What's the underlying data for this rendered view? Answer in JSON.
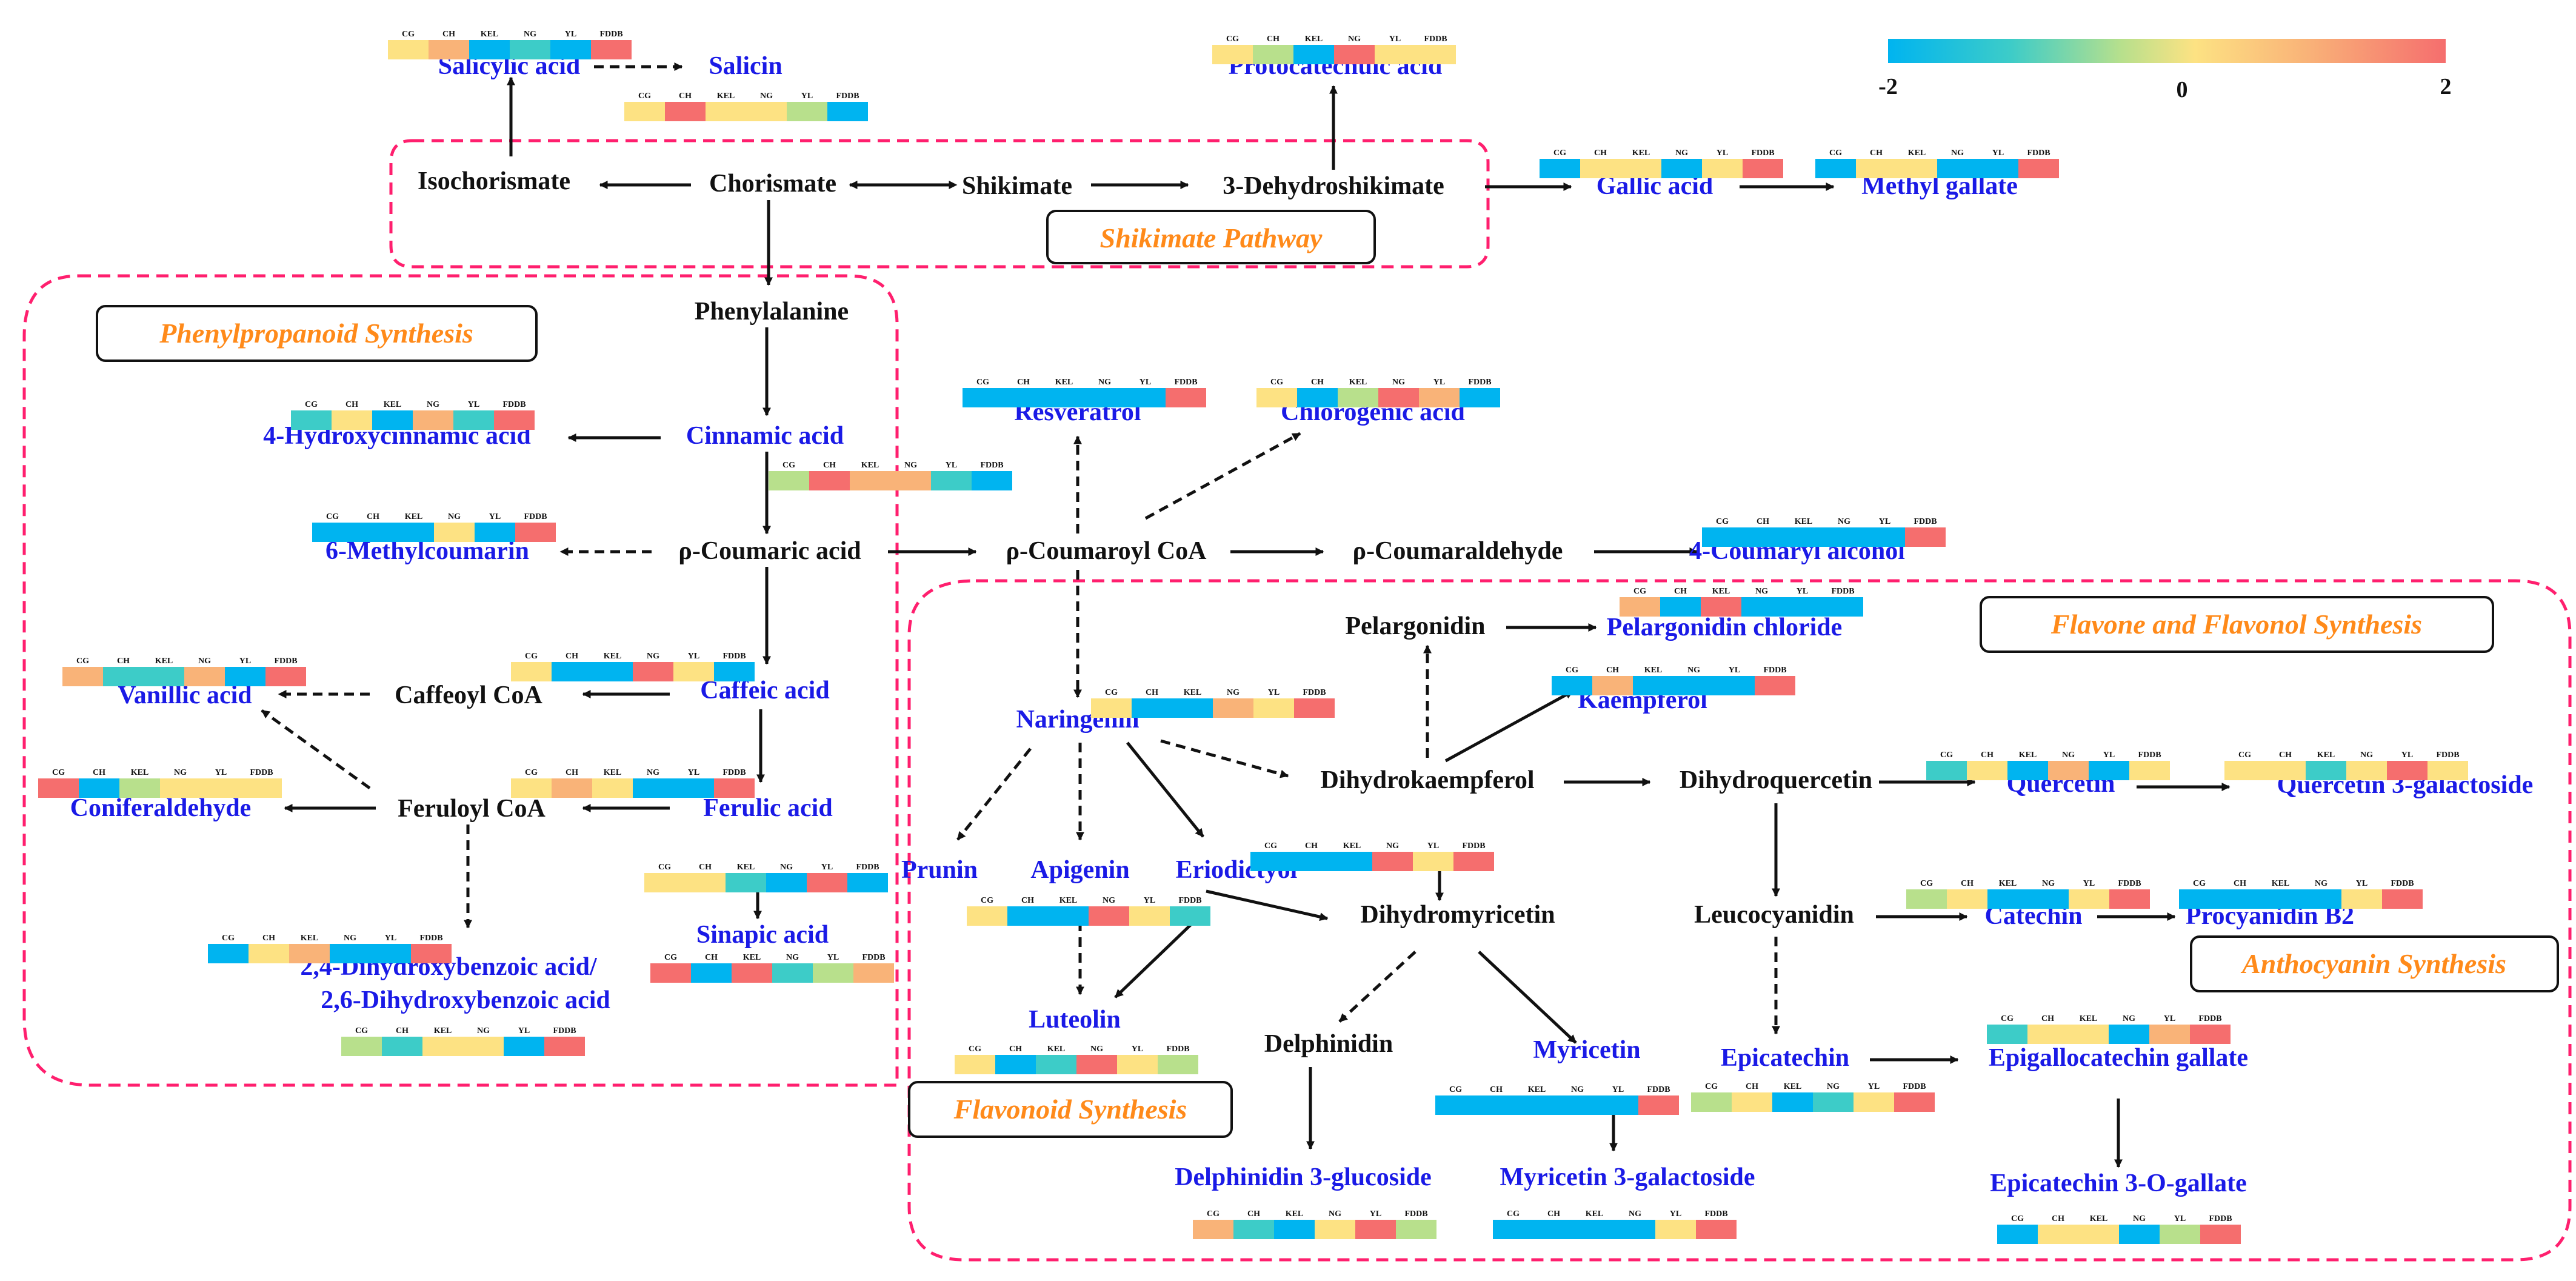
{
  "legend": {
    "min": "-2",
    "mid": "0",
    "max": "2",
    "gradient": [
      "#00b4f0",
      "#3dccc8",
      "#b8e08c",
      "#fde283",
      "#f9b378",
      "#f56e6e"
    ]
  },
  "sample_labels": [
    "CG",
    "CH",
    "KEL",
    "NG",
    "YL",
    "FDDB"
  ],
  "regions": {
    "shikimate": "Shikimate Pathway",
    "phenylpropanoid": "Phenylpropanoid Synthesis",
    "flavone": "Flavone and Flavonol Synthesis",
    "anthocyanin": "Anthocyanin Synthesis",
    "flavonoid": "Flavonoid Synthesis"
  },
  "compounds": {
    "salicylic_acid": "Salicylic acid",
    "salicin": "Salicin",
    "protocatechuic_acid": "Protocatechuic acid",
    "gallic_acid": "Gallic acid",
    "methyl_gallate": "Methyl gallate",
    "hydroxycinnamic_acid": "4-Hydroxycinnamic acid",
    "cinnamic_acid": "Cinnamic acid",
    "resveratrol": "Resveratrol",
    "chlorogenic_acid": "Chlorogenic acid",
    "methylcoumarin": "6-Methylcoumarin",
    "coumaryl_alcohol": "4-Coumaryl alcohol",
    "pelargonidin_chloride": "Pelargonidin chloride",
    "vanillic_acid": "Vanillic acid",
    "caffeic_acid": "Caffeic acid",
    "kaempferol": "Kaempferol",
    "naringenin": "Naringenin",
    "coniferaldehyde": "Coniferaldehyde",
    "ferulic_acid": "Ferulic acid",
    "quercetin": "Quercetin",
    "quercetin_galactoside": "Quercetin 3-galactoside",
    "prunin": "Prunin",
    "apigenin": "Apigenin",
    "eriodictyol": "Eriodictyol",
    "sinapic_acid": "Sinapic acid",
    "dihydroxybenzoic_1": "2,4-Dihydroxybenzoic acid/",
    "dihydroxybenzoic_2": "2,6-Dihydroxybenzoic acid",
    "catechin": "Catechin",
    "procyanidin_b2": "Procyanidin B2",
    "luteolin": "Luteolin",
    "myricetin": "Myricetin",
    "epicatechin": "Epicatechin",
    "egcg": "Epigallocatechin gallate",
    "delphinidin_glucoside": "Delphinidin 3-glucoside",
    "myricetin_galactoside": "Myricetin 3-galactoside",
    "epicatechin_gallate": "Epicatechin 3-O-gallate"
  },
  "intermediates": {
    "isochorismate": "Isochorismate",
    "chorismate": "Chorismate",
    "shikimate": "Shikimate",
    "dehydroshikimate": "3-Dehydroshikimate",
    "phenylalanine": "Phenylalanine",
    "coumaric_acid": "ρ-Coumaric acid",
    "coumaroyl_coa": "ρ-Coumaroyl CoA",
    "coumaraldehyde": "ρ-Coumaraldehyde",
    "pelargonidin": "Pelargonidin",
    "caffeoyl_coa": "Caffeoyl CoA",
    "dihydrokaempferol": "Dihydrokaempferol",
    "dihydroquercetin": "Dihydroquercetin",
    "feruloyl_coa": "Feruloyl CoA",
    "dihydromyricetin": "Dihydromyricetin",
    "leucocyanidin": "Leucocyanidin",
    "delphinidin": "Delphinidin"
  },
  "heatmaps": {
    "salicylic_acid": [
      "#fde283",
      "#f9b378",
      "#00b4f0",
      "#3dccc8",
      "#00b4f0",
      "#f56e6e"
    ],
    "salicin": [
      "#fde283",
      "#f56e6e",
      "#fde283",
      "#fde283",
      "#b8e08c",
      "#00b4f0"
    ],
    "protocatechuic_acid": [
      "#fde283",
      "#b8e08c",
      "#00b4f0",
      "#f56e6e",
      "#fde283",
      "#fde283"
    ],
    "gallic_acid": [
      "#00b4f0",
      "#fde283",
      "#fde283",
      "#00b4f0",
      "#fde283",
      "#f56e6e"
    ],
    "methyl_gallate": [
      "#00b4f0",
      "#fde283",
      "#fde283",
      "#00b4f0",
      "#00b4f0",
      "#f56e6e"
    ],
    "hydroxycinnamic_acid": [
      "#3dccc8",
      "#fde283",
      "#00b4f0",
      "#f9b378",
      "#3dccc8",
      "#f56e6e"
    ],
    "cinnamic_acid": [
      "#b8e08c",
      "#f56e6e",
      "#f9b378",
      "#f9b378",
      "#3dccc8",
      "#00b4f0"
    ],
    "resveratrol": [
      "#00b4f0",
      "#00b4f0",
      "#00b4f0",
      "#00b4f0",
      "#00b4f0",
      "#f56e6e"
    ],
    "chlorogenic_acid": [
      "#fde283",
      "#00b4f0",
      "#b8e08c",
      "#f56e6e",
      "#f9b378",
      "#00b4f0"
    ],
    "methylcoumarin": [
      "#00b4f0",
      "#00b4f0",
      "#00b4f0",
      "#fde283",
      "#00b4f0",
      "#f56e6e"
    ],
    "coumaryl_alcohol": [
      "#00b4f0",
      "#00b4f0",
      "#00b4f0",
      "#00b4f0",
      "#00b4f0",
      "#f56e6e"
    ],
    "pelargonidin_chloride": [
      "#f9b378",
      "#00b4f0",
      "#f56e6e",
      "#00b4f0",
      "#00b4f0",
      "#00b4f0"
    ],
    "vanillic_acid": [
      "#f9b378",
      "#3dccc8",
      "#3dccc8",
      "#f9b378",
      "#00b4f0",
      "#f56e6e"
    ],
    "caffeic_acid": [
      "#fde283",
      "#00b4f0",
      "#00b4f0",
      "#f56e6e",
      "#fde283",
      "#00b4f0"
    ],
    "kaempferol": [
      "#00b4f0",
      "#f9b378",
      "#00b4f0",
      "#00b4f0",
      "#00b4f0",
      "#f56e6e"
    ],
    "naringenin": [
      "#fde283",
      "#00b4f0",
      "#00b4f0",
      "#f9b378",
      "#fde283",
      "#f56e6e"
    ],
    "coniferaldehyde": [
      "#f56e6e",
      "#00b4f0",
      "#b8e08c",
      "#fde283",
      "#fde283",
      "#fde283"
    ],
    "ferulic_acid": [
      "#fde283",
      "#f9b378",
      "#fde283",
      "#00b4f0",
      "#00b4f0",
      "#f56e6e"
    ],
    "quercetin": [
      "#3dccc8",
      "#fde283",
      "#00b4f0",
      "#f9b378",
      "#00b4f0",
      "#fde283"
    ],
    "quercetin_galactoside": [
      "#fde283",
      "#fde283",
      "#3dccc8",
      "#fde283",
      "#f56e6e",
      "#fde283"
    ],
    "sinapic_acid_top": [
      "#fde283",
      "#fde283",
      "#3dccc8",
      "#00b4f0",
      "#f56e6e",
      "#00b4f0"
    ],
    "dihydrokaempferol": [
      "#00b4f0",
      "#00b4f0",
      "#00b4f0",
      "#f56e6e",
      "#fde283",
      "#f56e6e"
    ],
    "naringenin_children": [
      "#fde283",
      "#00b4f0",
      "#00b4f0",
      "#f56e6e",
      "#fde283",
      "#3dccc8"
    ],
    "sinapic_acid": [
      "#f56e6e",
      "#00b4f0",
      "#f56e6e",
      "#3dccc8",
      "#b8e08c",
      "#f9b378"
    ],
    "dihydroxybenzoic_top": [
      "#00b4f0",
      "#fde283",
      "#f9b378",
      "#00b4f0",
      "#00b4f0",
      "#f56e6e"
    ],
    "catechin": [
      "#b8e08c",
      "#fde283",
      "#00b4f0",
      "#00b4f0",
      "#fde283",
      "#f56e6e"
    ],
    "procyanidin_b2": [
      "#00b4f0",
      "#00b4f0",
      "#00b4f0",
      "#00b4f0",
      "#fde283",
      "#f56e6e"
    ],
    "dihydroxybenzoic": [
      "#b8e08c",
      "#3dccc8",
      "#fde283",
      "#fde283",
      "#00b4f0",
      "#f56e6e"
    ],
    "luteolin": [
      "#fde283",
      "#00b4f0",
      "#3dccc8",
      "#f56e6e",
      "#fde283",
      "#b8e08c"
    ],
    "egcg": [
      "#3dccc8",
      "#fde283",
      "#fde283",
      "#00b4f0",
      "#f9b378",
      "#f56e6e"
    ],
    "myricetin": [
      "#00b4f0",
      "#00b4f0",
      "#00b4f0",
      "#00b4f0",
      "#00b4f0",
      "#f56e6e"
    ],
    "epicatechin": [
      "#b8e08c",
      "#fde283",
      "#00b4f0",
      "#3dccc8",
      "#fde283",
      "#f56e6e"
    ],
    "delphinidin_glucoside": [
      "#f9b378",
      "#3dccc8",
      "#00b4f0",
      "#fde283",
      "#f56e6e",
      "#b8e08c"
    ],
    "myricetin_galactoside": [
      "#00b4f0",
      "#00b4f0",
      "#00b4f0",
      "#00b4f0",
      "#fde283",
      "#f56e6e"
    ],
    "epicatechin_gallate": [
      "#00b4f0",
      "#fde283",
      "#fde283",
      "#00b4f0",
      "#b8e08c",
      "#f56e6e"
    ]
  }
}
